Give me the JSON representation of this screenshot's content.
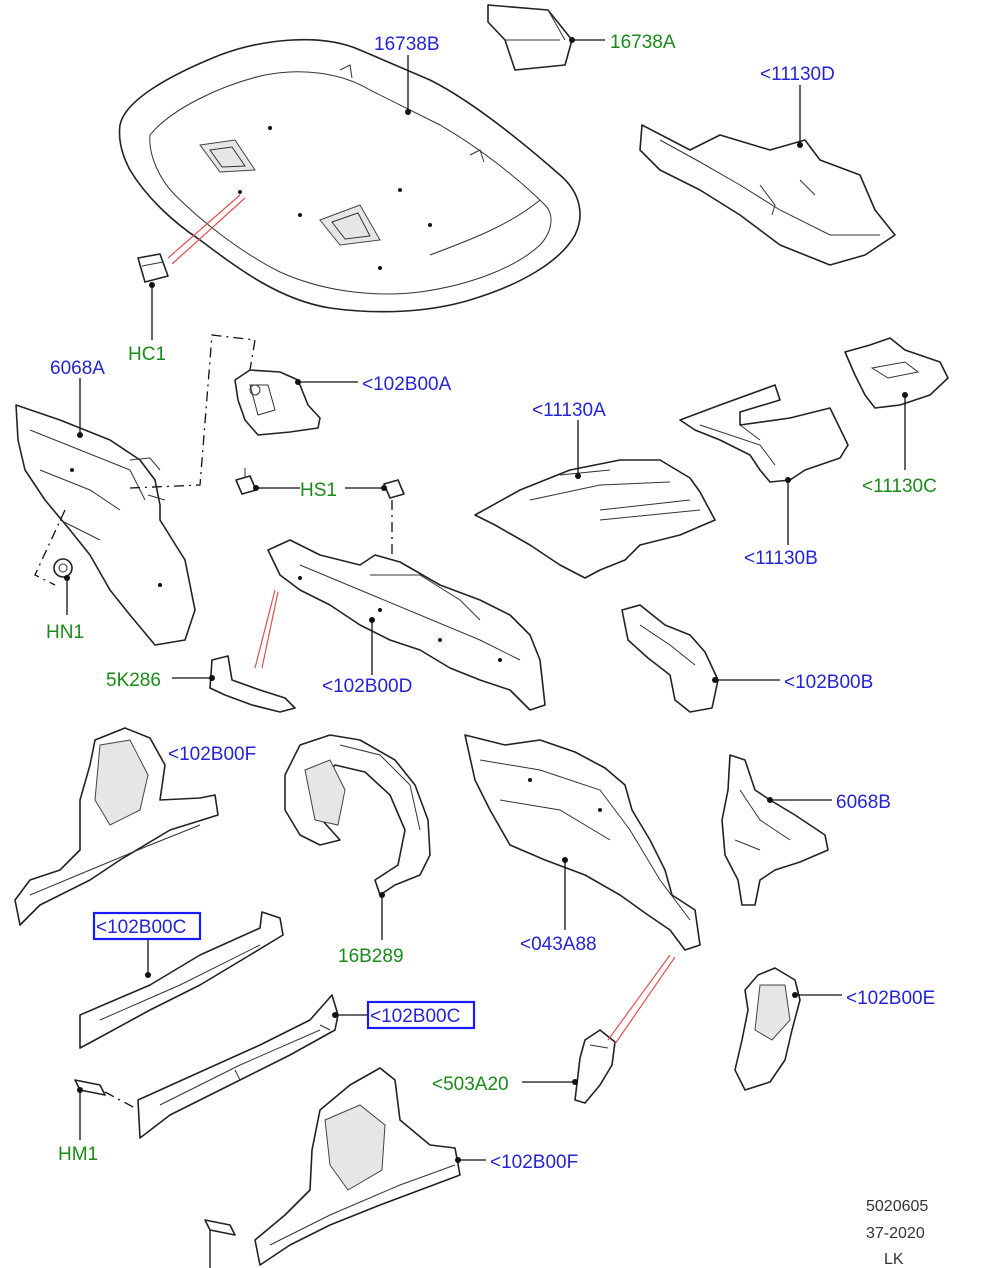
{
  "labels": {
    "p16738B": "16738B",
    "p16738A": "16738A",
    "p11130D": "<11130D",
    "pHC1": "HC1",
    "p6068A": "6068A",
    "p102B00A": "<102B00A",
    "pHS1": "HS1",
    "p11130A": "<11130A",
    "p11130C": "<11130C",
    "p11130B": "<11130B",
    "pHN1": "HN1",
    "p5K286": "5K286",
    "p102B00D": "<102B00D",
    "p102B00B": "<102B00B",
    "p102B00F_1": "<102B00F",
    "p6068B": "6068B",
    "p102B00C_1": "<102B00C",
    "p16B289": "16B289",
    "p043A88": "<043A88",
    "p102B00C_2": "<102B00C",
    "p102B00E": "<102B00E",
    "p503A20": "<503A20",
    "pHM1": "HM1",
    "p102B00F_2": "<102B00F"
  },
  "footer": {
    "line1": "5020605",
    "line2": "37-2020",
    "line3": "LK"
  },
  "colors": {
    "blue_label": "#2424d6",
    "green_label": "#1a8a1a",
    "highlight_box": "#1a1aff",
    "red_leader": "#e05050"
  }
}
